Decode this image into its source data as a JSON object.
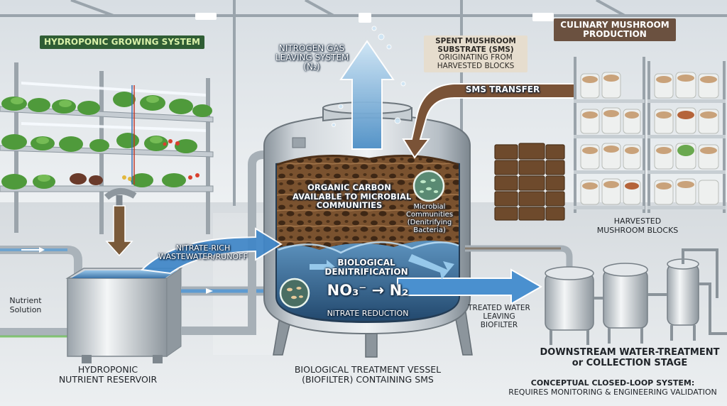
{
  "labels": {
    "hydroponic_system": "HYDROPONIC GROWING SYSTEM",
    "nitrogen_gas": [
      "NITROGEN GAS",
      "LEAVING SYSTEM",
      "(N₂)"
    ],
    "sms_origin": [
      "SPENT MUSHROOM",
      "SUBSTRATE (SMS)",
      "ORIGINATING FROM",
      "HARVESTED BLOCKS"
    ],
    "culinary_mushroom": [
      "CULINARY MUSHROOM",
      "PRODUCTION"
    ],
    "sms_transfer": "SMS TRANSFER",
    "organic_carbon": [
      "ORGANIC CARBON",
      "AVAILABLE TO MICROBIAL",
      "COMMUNITIES"
    ],
    "microbial_communities": [
      "Microbial",
      "Communities",
      "(Denitrifying",
      "Bacteria)"
    ],
    "harvested_blocks": [
      "HARVESTED",
      "MUSHROOM BLOCKS"
    ],
    "nitrate_rich": [
      "NITRATE-RICH",
      "WASTEWATER/RUNOFF"
    ],
    "biological_denitrification": [
      "BIOLOGICAL",
      "DENITRIFICATION"
    ],
    "equation": "NO₃⁻ → N₂",
    "nitrate_reduction": "NITRATE REDUCTION",
    "treated_water": [
      "TREATED WATER",
      "LEAVING",
      "BIOFILTER"
    ],
    "nutrient_solution": [
      "Nutrient",
      "Solution"
    ],
    "hydroponic_reservoir": [
      "HYDROPONIC",
      "NUTRIENT RESERVOIR"
    ],
    "biological_vessel": [
      "BIOLOGICAL TREATMENT VESSEL",
      "(BIOFILTER) CONTAINING SMS"
    ],
    "downstream": [
      "DOWNSTREAM WATER-TREATMENT",
      "or COLLECTION STAGE"
    ],
    "conceptual": [
      "CONCEPTUAL CLOSED-LOOP SYSTEM:",
      "REQUIRES MONITORING & ENGINEERING VALIDATION"
    ]
  },
  "colors": {
    "hydroponic_badge_bg": "#2f5d34",
    "hydroponic_badge_text": "#d8f0a8",
    "sms_badge_bg": "#e6ddce",
    "sms_transfer_arrow": "#7a5337",
    "culinary_badge_bg": "#6b5140",
    "water_arrow": "#3f86c8",
    "nitrogen_arrow": "#9fc6e6",
    "substrate": "#6e4a2c"
  },
  "icons": [
    "nitrogen-up-arrow",
    "sms-transfer-arrow",
    "microbe-cluster-icon",
    "water-flow-arrow",
    "treated-water-arrow",
    "drain-down-arrow"
  ]
}
